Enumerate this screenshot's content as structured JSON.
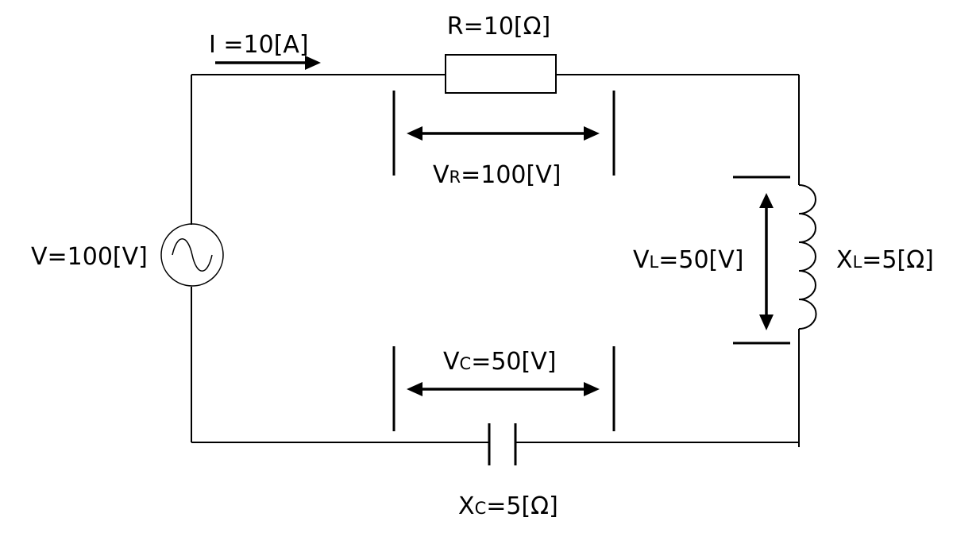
{
  "labels": {
    "current": "I =10[A]",
    "resistance": "R=10[Ω]",
    "source_voltage": "V=100[V]",
    "vr_main": "V",
    "vr_sub": "R",
    "vr_value": "=100[V]",
    "vl_main": "V",
    "vl_sub": "L",
    "vl_value": "=50[V]",
    "xl_main": "X",
    "xl_sub": "L",
    "xl_value": "=5[Ω]",
    "vc_main": "V",
    "vc_sub": "C",
    "vc_value": "=50[V]",
    "xc_main": "X",
    "xc_sub": "C",
    "xc_value": "=5[Ω]"
  }
}
